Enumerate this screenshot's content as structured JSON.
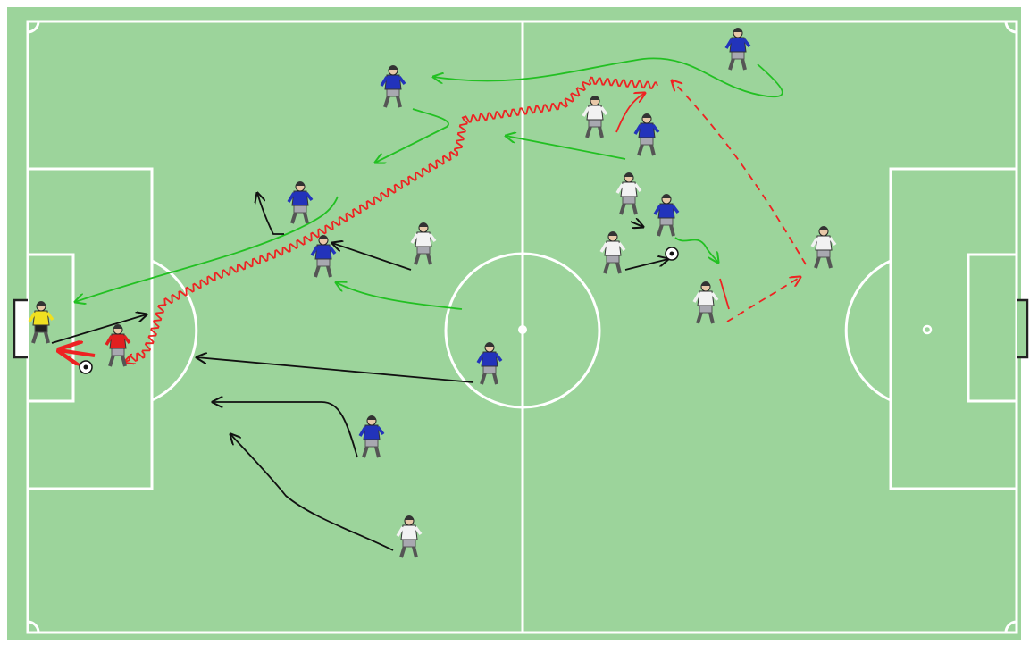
{
  "colors": {
    "grass": "#9cd49b",
    "lines": "#ffffff",
    "team_blue": "#2233bb",
    "team_white": "#f2f2f2",
    "goalkeeper": "#f0e020",
    "attacker_red": "#e02020",
    "arrow_green": "#22c022",
    "arrow_red": "#ee2222",
    "arrow_black": "#111111",
    "shorts": "#a8a8b0"
  },
  "players": [
    {
      "team": "blue",
      "role": "defender"
    },
    {
      "team": "blue",
      "role": "defender"
    },
    {
      "team": "blue",
      "role": "defender"
    },
    {
      "team": "blue",
      "role": "defender"
    },
    {
      "team": "blue",
      "role": "defender"
    },
    {
      "team": "blue",
      "role": "defender"
    },
    {
      "team": "blue",
      "role": "defender"
    },
    {
      "team": "blue",
      "role": "defender"
    },
    {
      "team": "white",
      "role": "attacker"
    },
    {
      "team": "white",
      "role": "attacker"
    },
    {
      "team": "white",
      "role": "attacker"
    },
    {
      "team": "white",
      "role": "attacker"
    },
    {
      "team": "white",
      "role": "attacker"
    },
    {
      "team": "white",
      "role": "attacker"
    },
    {
      "team": "white",
      "role": "attacker"
    },
    {
      "team": "yellow",
      "role": "goalkeeper"
    },
    {
      "team": "red",
      "role": "attacker"
    }
  ],
  "balls": 2,
  "arrow_styles": [
    "pass",
    "dribble",
    "run"
  ]
}
